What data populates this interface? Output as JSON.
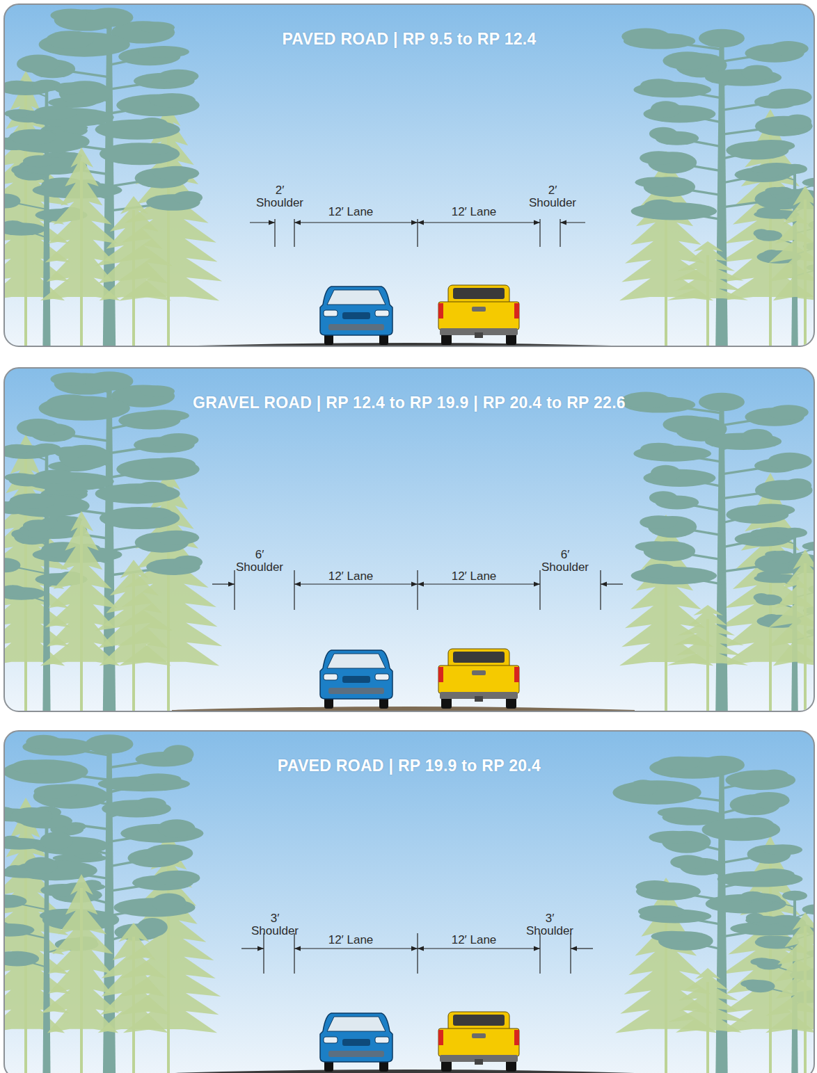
{
  "diagram": {
    "nodes": [
      {
        "text": [
          "PAVED ROAD | RP 9.5 to RP 12.4"
        ]
      },
      {
        "text": [
          "GRAVEL ROAD | RP 12.4 to RP 19.9 | RP 20.4 to RP 22.6"
        ]
      },
      {
        "text": [
          "PAVED ROAD | RP 19.9 to RP 20.4"
        ]
      }
    ],
    "labels": [
      "2′ Shoulder",
      "12′ Lane",
      "12′ Lane",
      "2′ Shoulder",
      "6′ Shoulder",
      "12′ Lane",
      "12′ Lane",
      "6′ Shoulder",
      "3′ Shoulder",
      "12′ Lane",
      "12′ Lane",
      "3′ Shoulder"
    ]
  }
}
